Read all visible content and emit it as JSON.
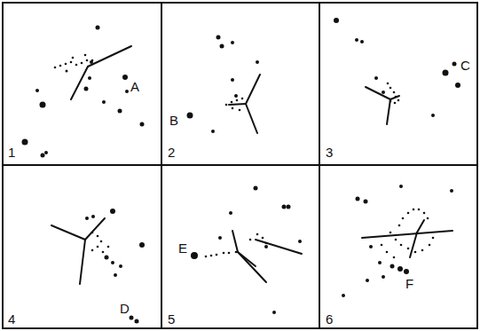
{
  "diagram": {
    "labels": [
      "1",
      "A",
      "2",
      "B",
      "3",
      "C",
      "4",
      "D",
      "5",
      "E",
      "6",
      "F"
    ]
  }
}
